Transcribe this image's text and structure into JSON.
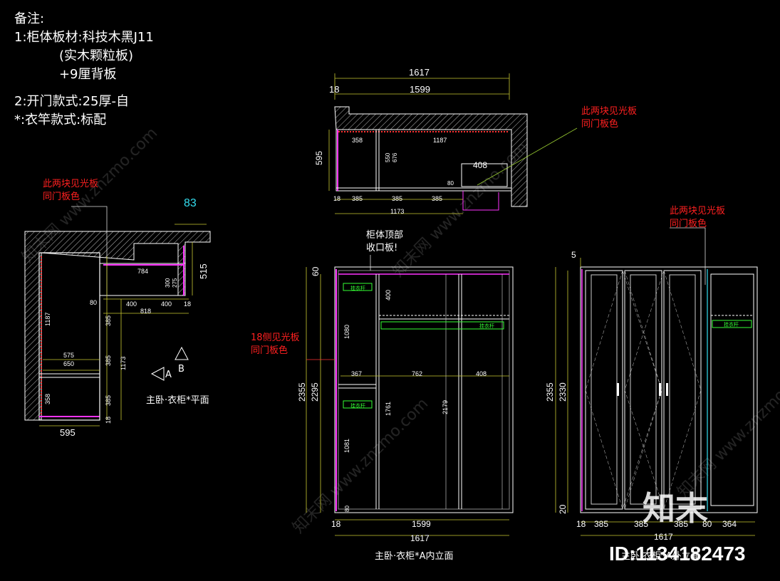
{
  "notes": {
    "title": "备注:",
    "line1": "1:柜体板材:科技木黑J11",
    "line2": "           (实木颗粒板)",
    "line3": "           +9厘背板",
    "line4": "2:开门款式:25厚-自",
    "line5": "*:衣竿款式:标配"
  },
  "plan_left": {
    "caption": "主卧·衣柜*平面",
    "red_note_1": "此两块见光板",
    "red_note_2": "同门板色",
    "dim_83": "83",
    "dim_515": "515",
    "dim_784": "784",
    "dim_300": "300",
    "dim_275": "275",
    "dim_80": "80",
    "dim_400a": "400",
    "dim_400b": "400",
    "dim_18a": "18",
    "dim_818": "818",
    "dim_1187": "1187",
    "dim_385a": "385",
    "dim_575": "575",
    "dim_650": "650",
    "dim_1173": "1173",
    "dim_385b": "385",
    "dim_358": "358",
    "dim_385c": "385",
    "dim_18b": "18",
    "dim_595": "595",
    "view_a": "A",
    "view_b": "B"
  },
  "plan_top": {
    "dim_1617": "1617",
    "dim_18": "18",
    "dim_1599": "1599",
    "dim_595": "595",
    "dim_358": "358",
    "dim_1187": "1187",
    "dim_550": "550",
    "dim_676": "676",
    "dim_408": "408",
    "dim_80": "80",
    "dim_18b": "18",
    "dim_385a": "385",
    "dim_385b": "385",
    "dim_385c": "385",
    "dim_1173": "1173",
    "red_note_1": "此两块见光板",
    "red_note_2": "同门板色"
  },
  "elev_inner": {
    "caption": "主卧·衣柜*A内立面",
    "top_note_1": "柜体顶部",
    "top_note_2": "收口板!",
    "red_note_1": "18侧见光板",
    "red_note_2": "同门板色",
    "rod_label": "挂衣杆",
    "dim_60": "60",
    "dim_400": "400",
    "dim_1080": "1080",
    "dim_367": "367",
    "dim_762": "762",
    "dim_408": "408",
    "dim_2355": "2355",
    "dim_2295": "2295",
    "dim_2179": "2179",
    "dim_1761": "1761",
    "dim_1081": "1081",
    "dim_80": "80",
    "dim_18": "18",
    "dim_1599": "1599",
    "dim_1617": "1617"
  },
  "elev_outer": {
    "caption": "主卧·衣柜*A外立面",
    "red_note_1": "此两块见光板",
    "red_note_2": "同门板色",
    "rod_label": "挂衣杆",
    "dim_5": "5",
    "dim_2355": "2355",
    "dim_2330": "2330",
    "dim_20": "20",
    "dim_18": "18",
    "dim_385a": "385",
    "dim_385b": "385",
    "dim_385c": "385",
    "dim_80": "80",
    "dim_364": "364",
    "dim_1617": "1617"
  },
  "watermark": {
    "id_text": "ID:1134182473",
    "logo_text": "知末",
    "wm1": "知末网 www.znzmo.com",
    "wm2": "知末网 www.znzmo.com",
    "wm3": "知末网 www.znzmo.com",
    "wm4": "知末网 www.znzmo.com"
  },
  "colors": {
    "background": "#000000",
    "outline": "#ffffff",
    "dimension": "#c8c832",
    "panel_highlight": "#ff33ff",
    "red_note": "#ff2020",
    "rod": "#33ff33",
    "cyan": "#33ddee"
  }
}
